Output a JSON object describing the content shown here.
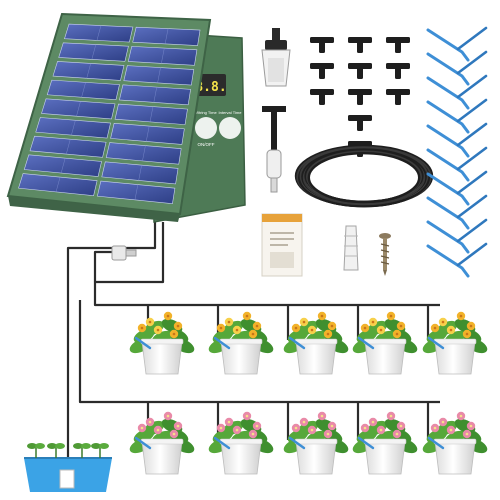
{
  "product": {
    "display_readout": "8.8.",
    "left_button_label": "Wtring Time",
    "right_button_label": "Interval Time",
    "switch_label": "ON/OFF"
  },
  "kit_parts": {
    "tee_connector_count": 11,
    "drip_stake_count": 10,
    "plant_pot_count": 10
  },
  "colors": {
    "housing_green": "#4e7a56",
    "solar_cell_blue": "#3a4f9a",
    "tubing_black": "#1e1e1e",
    "drip_stake_blue": "#3e8fd6",
    "water_tray_blue": "#3ba3e6",
    "flower_pink": "#e98aa8",
    "flower_yellow": "#f2b22a"
  }
}
